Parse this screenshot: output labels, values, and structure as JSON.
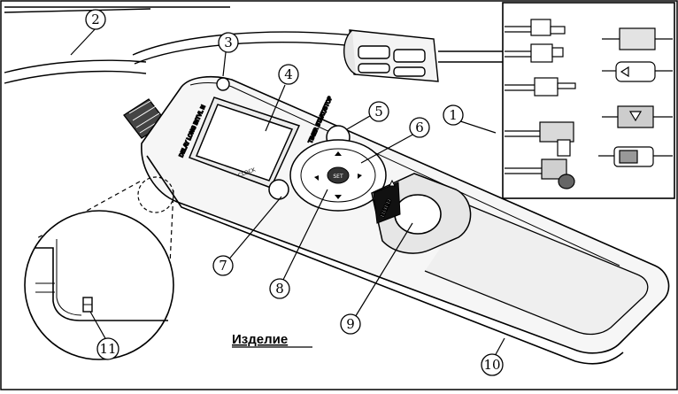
{
  "caption": "Изделие",
  "callouts": [
    "1",
    "2",
    "3",
    "4",
    "5",
    "6",
    "7",
    "8",
    "9",
    "10",
    "11"
  ],
  "device_labels": {
    "display_caption": "DELAY LONG INTVL N",
    "top_right_caption": "TIMER START/STOP",
    "set_button": "SET",
    "hold_label": "HOLD",
    "clock_label": "CLOCK"
  },
  "colors": {
    "line": "#000000",
    "background": "#ffffff",
    "fill_light": "#f4f4f4",
    "fill_mid": "#e6e6e6",
    "dark": "#222222"
  }
}
